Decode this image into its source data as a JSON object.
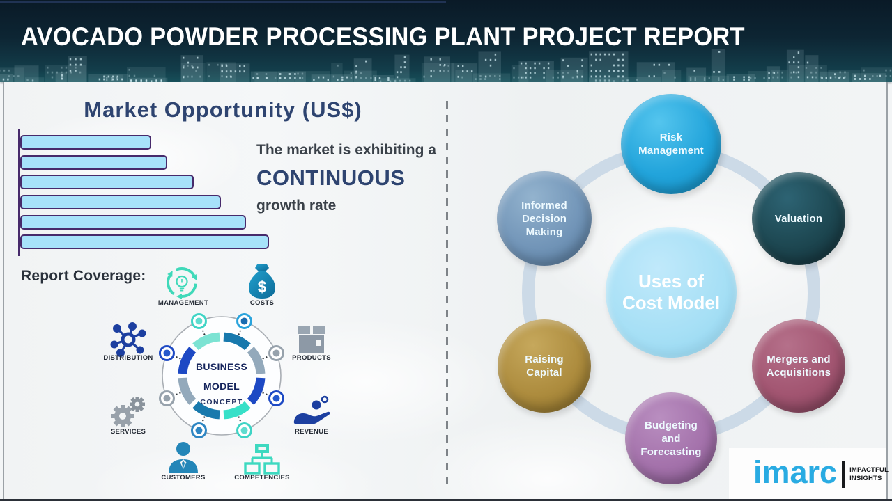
{
  "header": {
    "title": "AVOCADO POWDER PROCESSING PLANT PROJECT REPORT"
  },
  "market": {
    "title": "Market Opportunity (US$)",
    "growth_line1": "The market is exhibiting a",
    "growth_line2": "CONTINUOUS",
    "growth_line3": "growth rate"
  },
  "chart_data": {
    "type": "bar",
    "orientation": "horizontal",
    "title": "Market Opportunity (US$)",
    "values_relative": [
      53,
      59,
      70,
      81,
      91,
      100
    ],
    "bar_widths": [
      "184px",
      "207px",
      "245px",
      "284px",
      "320px",
      "353px"
    ],
    "bar_fill": "#a7e2fa",
    "bar_border": "#472a6b",
    "axis_labels": "none"
  },
  "coverage": {
    "heading": "Report Coverage:",
    "center": {
      "line1": "BUSINESS",
      "line2": "MODEL",
      "line3": "CONCEPT"
    },
    "items": [
      {
        "label": "MANAGEMENT",
        "icon": "management-cycle-icon"
      },
      {
        "label": "COSTS",
        "icon": "money-bag-icon"
      },
      {
        "label": "DISTRIBUTION",
        "icon": "network-icon"
      },
      {
        "label": "PRODUCTS",
        "icon": "box-icon"
      },
      {
        "label": "SERVICES",
        "icon": "gears-icon"
      },
      {
        "label": "REVENUE",
        "icon": "hand-coins-icon"
      },
      {
        "label": "CUSTOMERS",
        "icon": "person-icon"
      },
      {
        "label": "COMPETENCIES",
        "icon": "org-chart-icon"
      }
    ]
  },
  "uses": {
    "center": {
      "line1": "Uses of",
      "line2": "Cost Model",
      "color": "#a5dff5"
    },
    "satellites": [
      {
        "name": "risk-management",
        "lines": [
          "Risk",
          "Management"
        ],
        "color": "#22a4db"
      },
      {
        "name": "valuation",
        "lines": [
          "Valuation"
        ],
        "color": "#1d4751"
      },
      {
        "name": "informed-decision-making",
        "lines": [
          "Informed",
          "Decision",
          "Making"
        ],
        "color": "#7295b8"
      },
      {
        "name": "raising-capital",
        "lines": [
          "Raising",
          "Capital"
        ],
        "color": "#ad8c3e"
      },
      {
        "name": "mergers-acquisitions",
        "lines": [
          "Mergers and",
          "Acquisitions"
        ],
        "color": "#a25571"
      },
      {
        "name": "budgeting-forecasting",
        "lines": [
          "Budgeting",
          "and",
          "Forecasting"
        ],
        "color": "#a472ab"
      }
    ]
  },
  "logo": {
    "brand": "imarc",
    "tagline_line1": "IMPACTFUL",
    "tagline_line2": "INSIGHTS",
    "brand_color": "#29abe2"
  },
  "colors": {
    "header_top": "#0a1a27",
    "header_bottom": "#17505a",
    "navy_text": "#2e4470",
    "dark_text": "#3a4149",
    "bar_fill": "#a7e2fa",
    "bar_border": "#472a6b",
    "ring_segment_mint": "#7ce3d3",
    "ring_segment_dark_teal": "#1879ad",
    "ring_segment_gray": "#93a9bb",
    "ring_segment_royal": "#1d49c4",
    "ring_segment_teal": "#37e0c8",
    "icon_teal": "#3fd9b9",
    "icon_blue": "#1887b8",
    "icon_royal": "#1c3fa0",
    "icon_gray": "#97a2ac",
    "hub_ring": "#ccdae7"
  }
}
